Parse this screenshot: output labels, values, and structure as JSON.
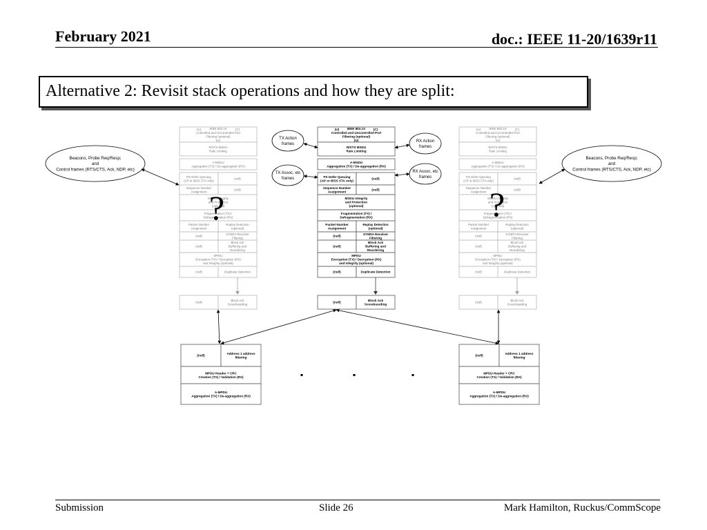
{
  "header": {
    "date": "February 2021",
    "doc": "doc.: IEEE 11-20/1639r11"
  },
  "title": "Alternative 2: Revisit stack operations and how they are split:",
  "footer": {
    "left": "Submission",
    "center": "Slide 26",
    "right": "Mark Hamilton, Ruckus/CommScope"
  },
  "stack": {
    "port_markers": [
      "(U)",
      "(C)"
    ],
    "ieee_8021x": [
      "IEEE 802.1X",
      "Controlled and Uncontrolled Port",
      "Filtering (optional)",
      "(U)"
    ],
    "rsts": [
      "R/STS MSDU",
      "Rate Limiting"
    ],
    "amsdu": [
      "A-MSDU",
      "Aggregation (TX) / De-aggregation (RX)"
    ],
    "ps_defer": [
      "PS Defer Queuing",
      "(AP or IBSS STA only)"
    ],
    "null": "(null)",
    "seq_num": [
      "Sequence Number",
      "Assignment"
    ],
    "msdu_integrity": [
      "MSDU Integrity",
      "and Protection",
      "(optional)"
    ],
    "fragmentation": [
      "Fragmentation (TX) /",
      "Defragmentation (RX)"
    ],
    "pn_assign": [
      "Packet Number",
      "Assignment"
    ],
    "replay": [
      "Replay Detection",
      "(optional)"
    ],
    "synra": [
      "SYNRA Receiver",
      "Filtering"
    ],
    "block_ack_buf": [
      "Block Ack",
      "Buffering and",
      "Reordering"
    ],
    "mpdu_enc": [
      "MPDU",
      "Encryption (TX) / Decryption (RX)",
      "and Integrity (optional)"
    ],
    "duplicate": "Duplicate Detection",
    "block_ack_score": [
      "Block Ack",
      "Scoreboarding"
    ]
  },
  "lower": {
    "addr_filter": [
      "Address 1 address",
      "filtering"
    ],
    "mpdu_crc": [
      "MPDU Header + CRC",
      "Creation (TX) / Validation (RX)"
    ],
    "ampdu": [
      "A-MPDU",
      "Aggregation (TX) / De-aggregation (RX)"
    ]
  },
  "bubbles": {
    "beacons": [
      "Beacons, Probe Req/Resp;",
      "and",
      "Control frames (RTS/CTS, Ack, NDP, etc)"
    ],
    "tx_action": [
      "TX Action",
      "frames"
    ],
    "rx_action": [
      "RX Action",
      "frames"
    ],
    "tx_assoc": [
      "TX Assoc, etc",
      "frames"
    ],
    "rx_assoc": [
      "RX Assoc, etc",
      "frames"
    ]
  },
  "question_mark": "?"
}
